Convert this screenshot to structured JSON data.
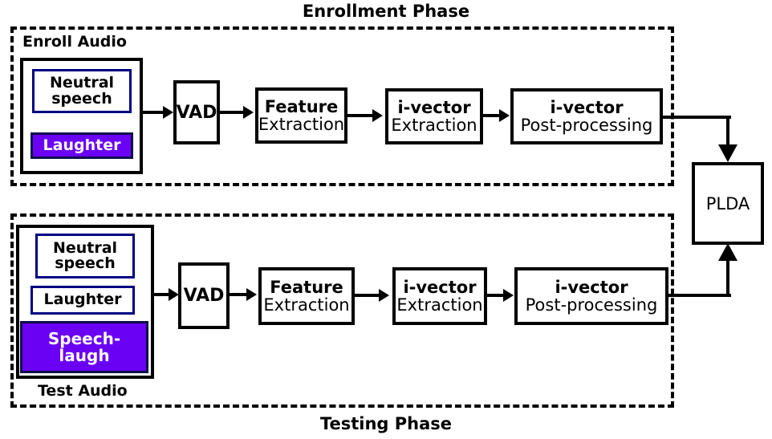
{
  "diagram": {
    "enrollment": {
      "phase_title": "Enrollment Phase",
      "audio_label": "Enroll Audio",
      "chips": [
        {
          "id": "neutral",
          "label": "Neutral\nspeech",
          "line1": "Neutral",
          "line2": "speech",
          "highlighted": false
        },
        {
          "id": "laughter",
          "label": "Laughter",
          "line1": "Laughter",
          "line2": "",
          "highlighted": true
        }
      ],
      "stages": [
        {
          "id": "vad",
          "line1": "VAD",
          "line2": ""
        },
        {
          "id": "feature",
          "line1": "Feature",
          "line2": "Extraction"
        },
        {
          "id": "ivec-ext",
          "line1": "i-vector",
          "line2": "Extraction"
        },
        {
          "id": "ivec-pp",
          "line1": "i-vector",
          "line2": "Post-processing"
        }
      ]
    },
    "testing": {
      "phase_title": "Testing Phase",
      "audio_label": "Test Audio",
      "chips": [
        {
          "id": "neutral",
          "label": "Neutral\nspeech",
          "line1": "Neutral",
          "line2": "speech",
          "highlighted": false
        },
        {
          "id": "laughter",
          "label": "Laughter",
          "line1": "Laughter",
          "line2": "",
          "highlighted": false
        },
        {
          "id": "speech-laugh",
          "label": "Speech-\nlaugh",
          "line1": "Speech-",
          "line2": "laugh",
          "highlighted": true
        }
      ],
      "stages": [
        {
          "id": "vad",
          "line1": "VAD",
          "line2": ""
        },
        {
          "id": "feature",
          "line1": "Feature",
          "line2": "Extraction"
        },
        {
          "id": "ivec-ext",
          "line1": "i-vector",
          "line2": "Extraction"
        },
        {
          "id": "ivec-pp",
          "line1": "i-vector",
          "line2": "Post-processing"
        }
      ]
    },
    "scoring": {
      "label": "PLDA"
    },
    "colors": {
      "highlight_fill": "#6a00f4",
      "highlight_text": "#ffffff",
      "chip_border": "#000080",
      "line": "#000000",
      "background": "#ffffff"
    }
  }
}
